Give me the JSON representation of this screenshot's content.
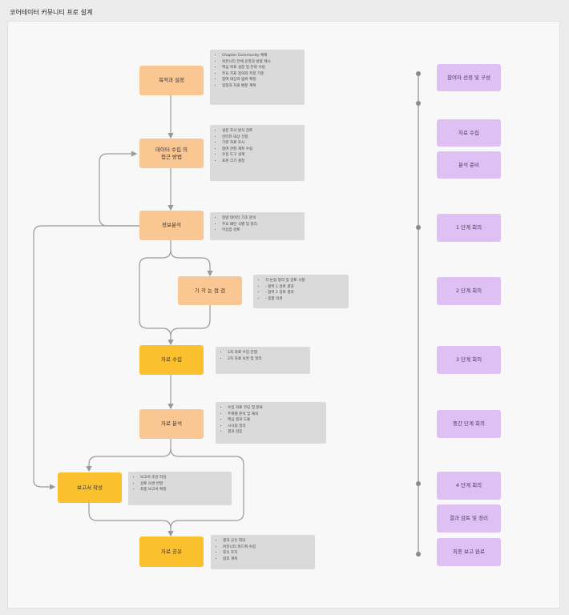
{
  "page": {
    "title": "코어테이터 커뮤니티 프로 설계"
  },
  "flow_nodes": [
    {
      "id": "n1",
      "label": "목적과 설정",
      "color": "peach"
    },
    {
      "id": "n2",
      "label": "데이터 수집 의\n접근 방법",
      "color": "peach"
    },
    {
      "id": "n3",
      "label": "정보분석",
      "color": "peach"
    },
    {
      "id": "n4",
      "label": "기 각 논 점 검",
      "color": "peach"
    },
    {
      "id": "n5",
      "label": "자료 수집",
      "color": "yellow"
    },
    {
      "id": "n6",
      "label": "자료 분석",
      "color": "peach"
    },
    {
      "id": "n7",
      "label": "보고서 작성",
      "color": "yellow"
    },
    {
      "id": "n8",
      "label": "자료 공유",
      "color": "yellow"
    }
  ],
  "notes": [
    {
      "id": "t1",
      "items": [
        "Chapter Community 체제",
        "커뮤니티 전체 운영과 방향 제시",
        "핵심 목표 설정 및 전략 수립",
        "주요 지표 정의와 측정 기준",
        "참여 대상과 범위 확정",
        "일정과 자원 배분 계획"
      ]
    },
    {
      "id": "t2",
      "items": [
        "설문 조사 방식 검토",
        "인터뷰 대상 선정",
        "기존 자료 조사",
        "참여 관찰 계획 수립",
        "수집 도구 설계",
        "표본 크기 결정"
      ]
    },
    {
      "id": "t3",
      "items": [
        "정량 데이터 기초 분석",
        "주요 패턴 식별 및 정리",
        "이상값 검토"
      ]
    },
    {
      "id": "t4",
      "items": [
        "각 논점 정리 및 검토 사항",
        "- 항목 1 검토 결과",
        "- 항목 2 검토 결과",
        "- 종합 의견"
      ]
    },
    {
      "id": "t5",
      "items": [
        "1차 자료 수집 진행",
        "2차 자료 보완 및 정리"
      ]
    },
    {
      "id": "t6",
      "items": [
        "수집 자료 코딩 및 분류",
        "주제별 분석 및 해석",
        "핵심 결과 도출",
        "시사점 정리",
        "결과 검증"
      ]
    },
    {
      "id": "t7",
      "items": [
        "보고서 초안 작성",
        "검토 의견 반영",
        "최종 보고서 확정"
      ]
    },
    {
      "id": "t8",
      "items": [
        "결과 공유 회의",
        "커뮤니티 피드백 수렴",
        "후속 조치",
        "향후 계획"
      ]
    }
  ],
  "timeline": [
    {
      "id": "p1",
      "label": "참여자 선정 및 구성"
    },
    {
      "id": "p2",
      "label": "자료 수집"
    },
    {
      "id": "p3",
      "label": "분석 준비"
    },
    {
      "id": "p4",
      "label": "1 단계 회의"
    },
    {
      "id": "p5",
      "label": "2 단계 회의"
    },
    {
      "id": "p6",
      "label": "3 단계 회의"
    },
    {
      "id": "p7",
      "label": "중간 단계 회의"
    },
    {
      "id": "p8",
      "label": "4 단계 회의"
    },
    {
      "id": "p9",
      "label": "결과 검토 및 정리"
    },
    {
      "id": "p10",
      "label": "최종 보고 완료"
    }
  ],
  "colors": {
    "peach": "#fac793",
    "yellow": "#fbc02d",
    "purple": "#dec0f4",
    "note": "#dadada",
    "connector": "#9a9a9a",
    "timeline": "#8a8a8a"
  }
}
